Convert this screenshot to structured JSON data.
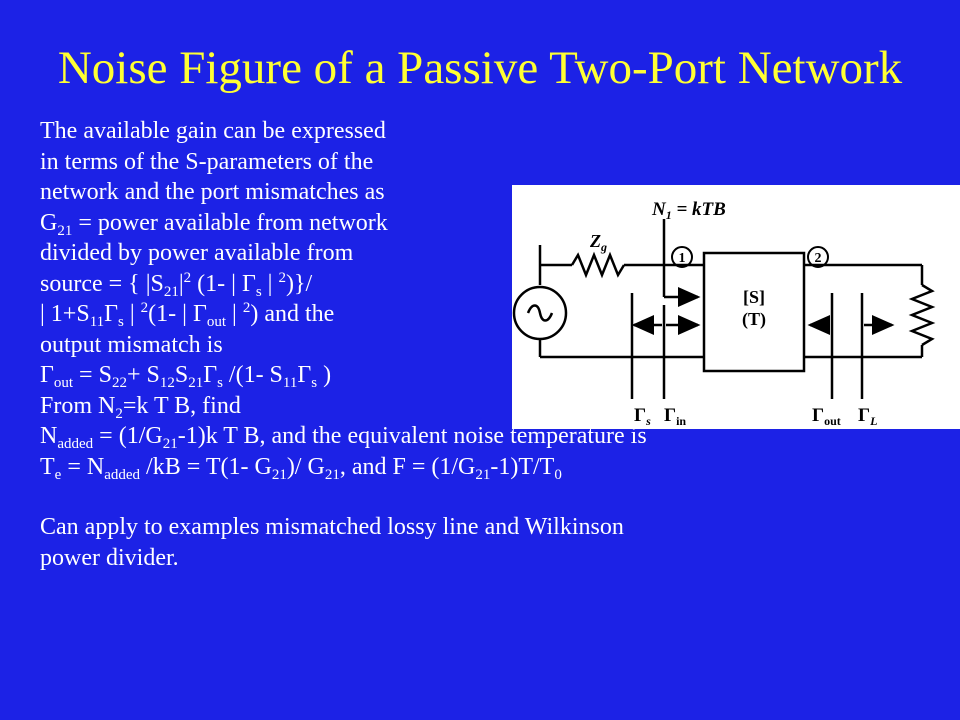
{
  "slide": {
    "title": "Noise Figure of a Passive Two-Port Network",
    "lines": [
      [
        {
          "t": "The available gain can be expressed"
        }
      ],
      [
        {
          "t": "in terms of the S-parameters of the"
        }
      ],
      [
        {
          "t": "network and the port mismatches as"
        }
      ],
      [
        {
          "t": "G"
        },
        {
          "t": "21",
          "sub": true
        },
        {
          "t": " = power available from network"
        }
      ],
      [
        {
          "t": "divided by power available from"
        }
      ],
      [
        {
          "t": "source = { |S"
        },
        {
          "t": "21",
          "sub": true
        },
        {
          "t": "|"
        },
        {
          "t": "2",
          "sup": true
        },
        {
          "t": " (1- | Γ"
        },
        {
          "t": "s",
          "sub": true
        },
        {
          "t": " | "
        },
        {
          "t": "2",
          "sup": true
        },
        {
          "t": ")}/"
        }
      ],
      [
        {
          "t": "| 1+S"
        },
        {
          "t": "11",
          "sub": true
        },
        {
          "t": "Γ"
        },
        {
          "t": "s",
          "sub": true
        },
        {
          "t": " | "
        },
        {
          "t": "2",
          "sup": true
        },
        {
          "t": "(1- | Γ"
        },
        {
          "t": "out",
          "sub": true
        },
        {
          "t": " | "
        },
        {
          "t": "2",
          "sup": true
        },
        {
          "t": ") and the"
        }
      ],
      [
        {
          "t": "output mismatch is"
        }
      ],
      [
        {
          "t": "Γ"
        },
        {
          "t": "out",
          "sub": true
        },
        {
          "t": " = S"
        },
        {
          "t": "22",
          "sub": true
        },
        {
          "t": "+ S"
        },
        {
          "t": "12",
          "sub": true
        },
        {
          "t": "S"
        },
        {
          "t": "21",
          "sub": true
        },
        {
          "t": "Γ"
        },
        {
          "t": "s",
          "sub": true
        },
        {
          "t": " /(1- S"
        },
        {
          "t": "11",
          "sub": true
        },
        {
          "t": "Γ"
        },
        {
          "t": "s",
          "sub": true
        },
        {
          "t": " )"
        }
      ],
      [
        {
          "t": "From N"
        },
        {
          "t": "2",
          "sub": true
        },
        {
          "t": "=k T B, find"
        }
      ],
      [
        {
          "t": "N"
        },
        {
          "t": "added",
          "sub": true
        },
        {
          "t": " = (1/G"
        },
        {
          "t": "21",
          "sub": true
        },
        {
          "t": "-1)k T B, and the equivalent noise temperature is"
        }
      ],
      [
        {
          "t": "T"
        },
        {
          "t": "e",
          "sub": true
        },
        {
          "t": " = N"
        },
        {
          "t": "added",
          "sub": true
        },
        {
          "t": " /kB = T(1- G"
        },
        {
          "t": "21",
          "sub": true
        },
        {
          "t": ")/ G"
        },
        {
          "t": "21",
          "sub": true
        },
        {
          "t": ", and F = (1/G"
        },
        {
          "t": "21",
          "sub": true
        },
        {
          "t": "-1)T/T"
        },
        {
          "t": "0",
          "sub": true
        }
      ],
      [],
      [
        {
          "t": "Can apply to examples mismatched lossy line and Wilkinson"
        }
      ],
      [
        {
          "t": "power divider."
        }
      ]
    ]
  },
  "diagram": {
    "noise_label": "N",
    "noise_label_sub": "1",
    "noise_label_rest": " = kTB",
    "zg_label": "Z",
    "zg_sub": "g",
    "port1": "1",
    "port2": "2",
    "network_line1": "[S]",
    "network_line2": "(T)",
    "gamma_s": "Γ",
    "gamma_s_sub": "s",
    "gamma_in": "Γ",
    "gamma_in_sub": "in",
    "gamma_out": "Γ",
    "gamma_out_sub": "out",
    "gamma_l": "Γ",
    "gamma_l_sub": "L",
    "source_glyph": "~"
  }
}
